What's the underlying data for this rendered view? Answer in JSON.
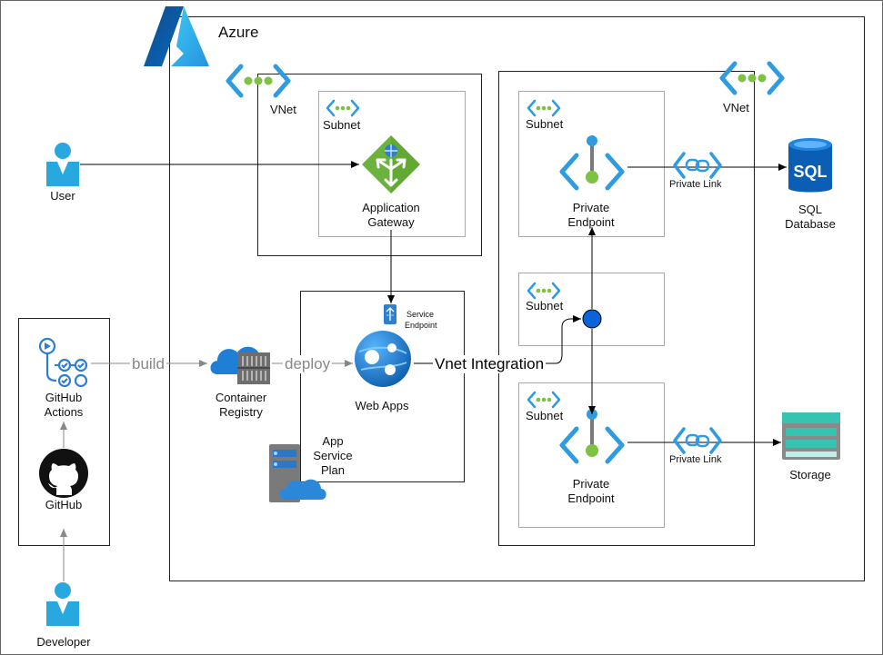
{
  "azure": {
    "title": "Azure",
    "colors": {
      "blue": "#0078d4",
      "green": "#7dc242",
      "grey": "#888888"
    }
  },
  "vnet_left": {
    "label": "VNet"
  },
  "vnet_right": {
    "label": "VNet"
  },
  "subnet_gateway": {
    "label": "Subnet"
  },
  "subnet_sql": {
    "label": "Subnet"
  },
  "subnet_integration": {
    "label": "Subnet"
  },
  "subnet_storage": {
    "label": "Subnet"
  },
  "nodes": {
    "user": {
      "label": "User",
      "icon": "user-icon"
    },
    "developer": {
      "label": "Developer",
      "icon": "user-icon"
    },
    "github_actions": {
      "label_line1": "GitHub",
      "label_line2": "Actions",
      "icon": "github-actions-icon"
    },
    "github": {
      "label": "GitHub",
      "icon": "github-icon"
    },
    "container_registry": {
      "label_line1": "Container",
      "label_line2": "Registry",
      "icon": "container-registry-icon"
    },
    "app_gateway": {
      "label_line1": "Application",
      "label_line2": "Gateway",
      "icon": "application-gateway-icon"
    },
    "service_endpoint": {
      "label_line1": "Service",
      "label_line2": "Endpoint",
      "icon": "service-endpoint-icon"
    },
    "web_apps": {
      "label": "Web Apps",
      "icon": "web-apps-icon"
    },
    "app_service_plan": {
      "label_line1": "App",
      "label_line2": "Service",
      "label_line3": "Plan",
      "icon": "app-service-plan-icon"
    },
    "private_endpoint_sql": {
      "label_line1": "Private",
      "label_line2": "Endpoint",
      "icon": "private-endpoint-icon"
    },
    "private_endpoint_storage": {
      "label_line1": "Private",
      "label_line2": "Endpoint",
      "icon": "private-endpoint-icon"
    },
    "sql_database": {
      "label_line1": "SQL",
      "label_line2": "Database",
      "icon_text": "SQL",
      "icon": "sql-database-icon"
    },
    "storage": {
      "label": "Storage",
      "icon": "storage-icon"
    }
  },
  "edges": {
    "build": "build",
    "deploy": "deploy",
    "vnet_integration": "Vnet Integration",
    "private_link_sql": "Private Link",
    "private_link_storage": "Private Link"
  }
}
